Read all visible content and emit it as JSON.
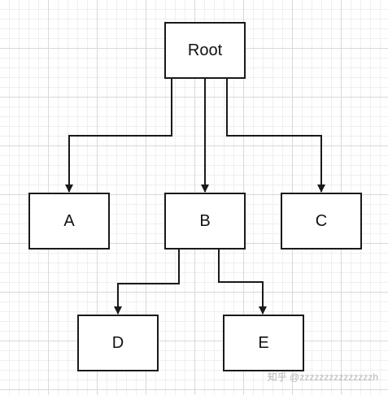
{
  "nodes": {
    "root": "Root",
    "a": "A",
    "b": "B",
    "c": "C",
    "d": "D",
    "e": "E"
  },
  "edges": [
    {
      "from": "root",
      "to": "a"
    },
    {
      "from": "root",
      "to": "b"
    },
    {
      "from": "root",
      "to": "c"
    },
    {
      "from": "b",
      "to": "d"
    },
    {
      "from": "b",
      "to": "e"
    }
  ],
  "watermark": "知乎 @zzzzzzzzzzzzzzzh",
  "colors": {
    "stroke": "#1a1a1a",
    "text": "#111111",
    "grid_major": "#d9d9d9",
    "grid_minor": "#efefef",
    "watermark": "#b3b3b3"
  }
}
